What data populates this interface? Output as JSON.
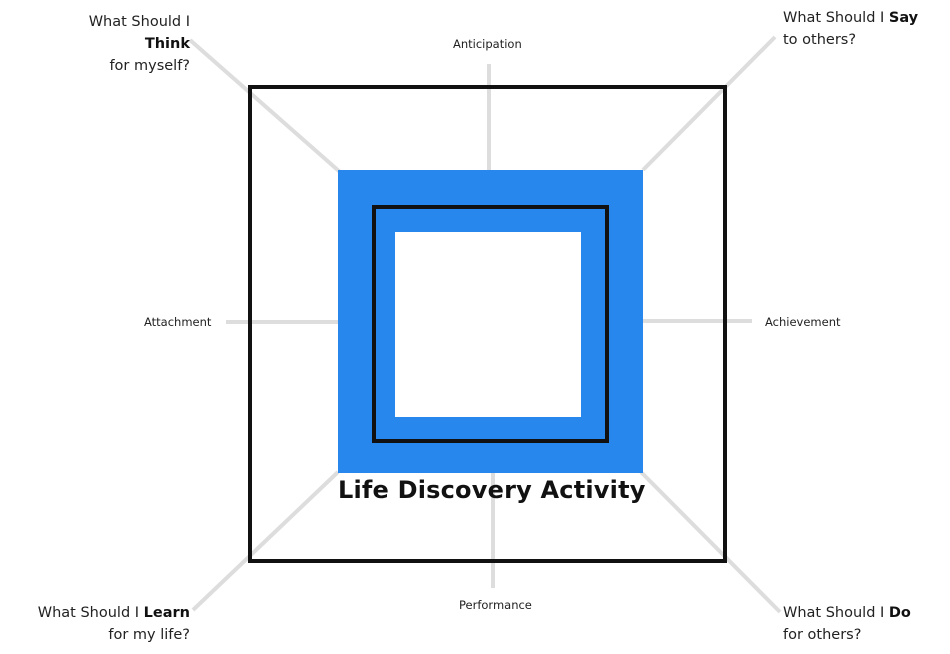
{
  "title": "Life Discovery Activity",
  "colors": {
    "accent": "#2787EC",
    "frame": "#111111",
    "connector": "#DDDDDD",
    "inner_fill": "#FFFFFF"
  },
  "corners": {
    "top_left": {
      "prefix": "What Should I",
      "keyword": "Think",
      "suffix": "for myself?"
    },
    "top_right": {
      "prefix": "What Should I",
      "keyword": "Say",
      "suffix": "to others?"
    },
    "bottom_left": {
      "prefix": "What Should I",
      "keyword": "Learn",
      "suffix": "for my life?"
    },
    "bottom_right": {
      "prefix": "What Should I",
      "keyword": "Do",
      "suffix": "for others?"
    }
  },
  "axes": {
    "top": "Anticipation",
    "bottom": "Performance",
    "left": "Attachment",
    "right": "Achievement"
  }
}
